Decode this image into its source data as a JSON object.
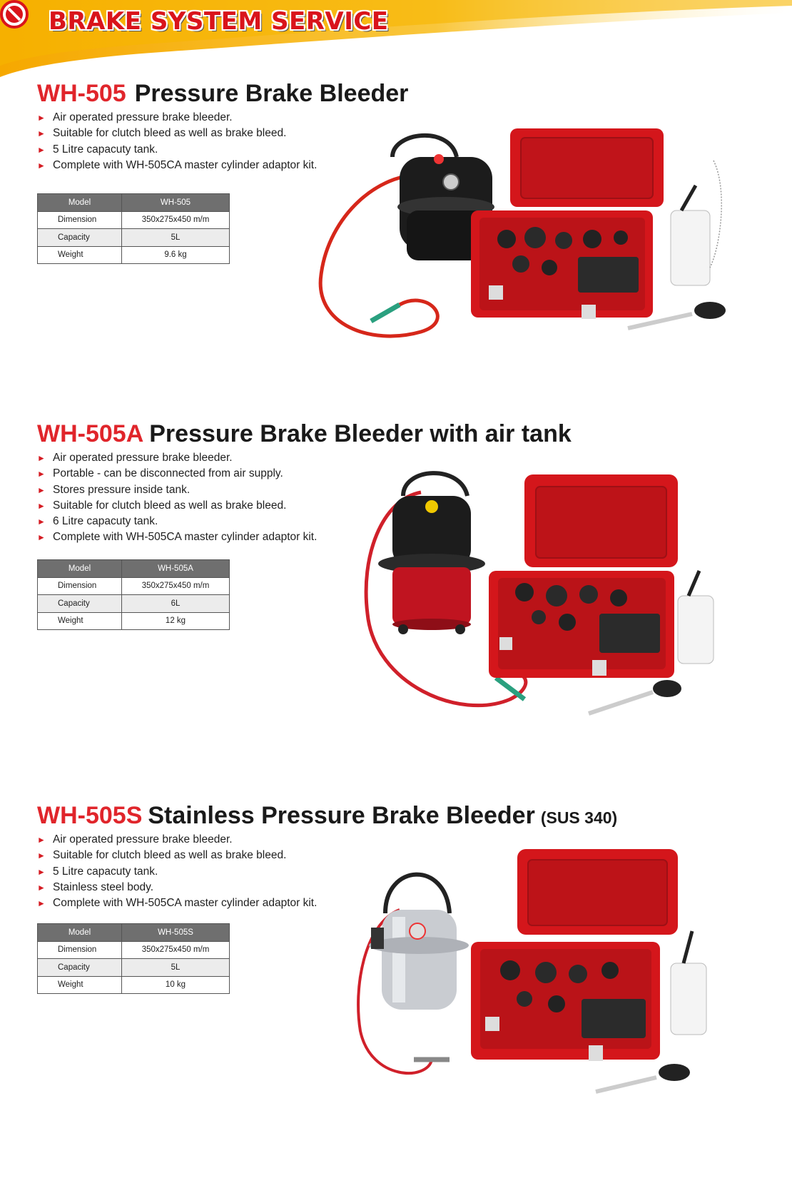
{
  "header": {
    "title": "BRAKE SYSTEM SERVICE"
  },
  "products": [
    {
      "code": "WH-505",
      "name": "Pressure Brake Bleeder",
      "extra": "",
      "features": [
        "Air operated pressure brake bleeder.",
        "Suitable for clutch bleed as well as brake bleed.",
        "5 Litre capacuty tank.",
        "Complete with WH-505CA master cylinder adaptor kit."
      ],
      "spec": {
        "header": [
          "Model",
          "WH-505"
        ],
        "rows": [
          [
            "Dimension",
            "350x275x450 m/m"
          ],
          [
            "Capacity",
            "5L"
          ],
          [
            "Weight",
            "9.6 kg"
          ]
        ]
      }
    },
    {
      "code": "WH-505A",
      "name": "Pressure Brake Bleeder with air tank",
      "extra": "",
      "features": [
        "Air operated pressure brake bleeder.",
        "Portable - can be disconnected from air supply.",
        "Stores pressure inside tank.",
        "Suitable for clutch bleed as well as brake bleed.",
        "6 Litre capacuty tank.",
        "Complete with WH-505CA master cylinder adaptor kit."
      ],
      "spec": {
        "header": [
          "Model",
          "WH-505A"
        ],
        "rows": [
          [
            "Dimension",
            "350x275x450 m/m"
          ],
          [
            "Capacity",
            "6L"
          ],
          [
            "Weight",
            "12 kg"
          ]
        ]
      }
    },
    {
      "code": "WH-505S",
      "name": "Stainless Pressure Brake Bleeder",
      "extra": "(SUS 340)",
      "features": [
        "Air operated pressure brake bleeder.",
        "Suitable for clutch bleed as well as brake bleed.",
        "5 Litre capacuty tank.",
        "Stainless steel body.",
        "Complete with WH-505CA master cylinder adaptor kit."
      ],
      "spec": {
        "header": [
          "Model",
          "WH-505S"
        ],
        "rows": [
          [
            "Dimension",
            "350x275x450 m/m"
          ],
          [
            "Capacity",
            "5L"
          ],
          [
            "Weight",
            "10 kg"
          ]
        ]
      }
    }
  ],
  "colors": {
    "accent": "#e0252b",
    "banner_yellow": "#f7b500",
    "case_red": "#d4161b",
    "table_header": "#6f6f6f"
  },
  "icons": {
    "bullet": "triangle-right-icon",
    "logo": "no-entry-logo-icon"
  }
}
